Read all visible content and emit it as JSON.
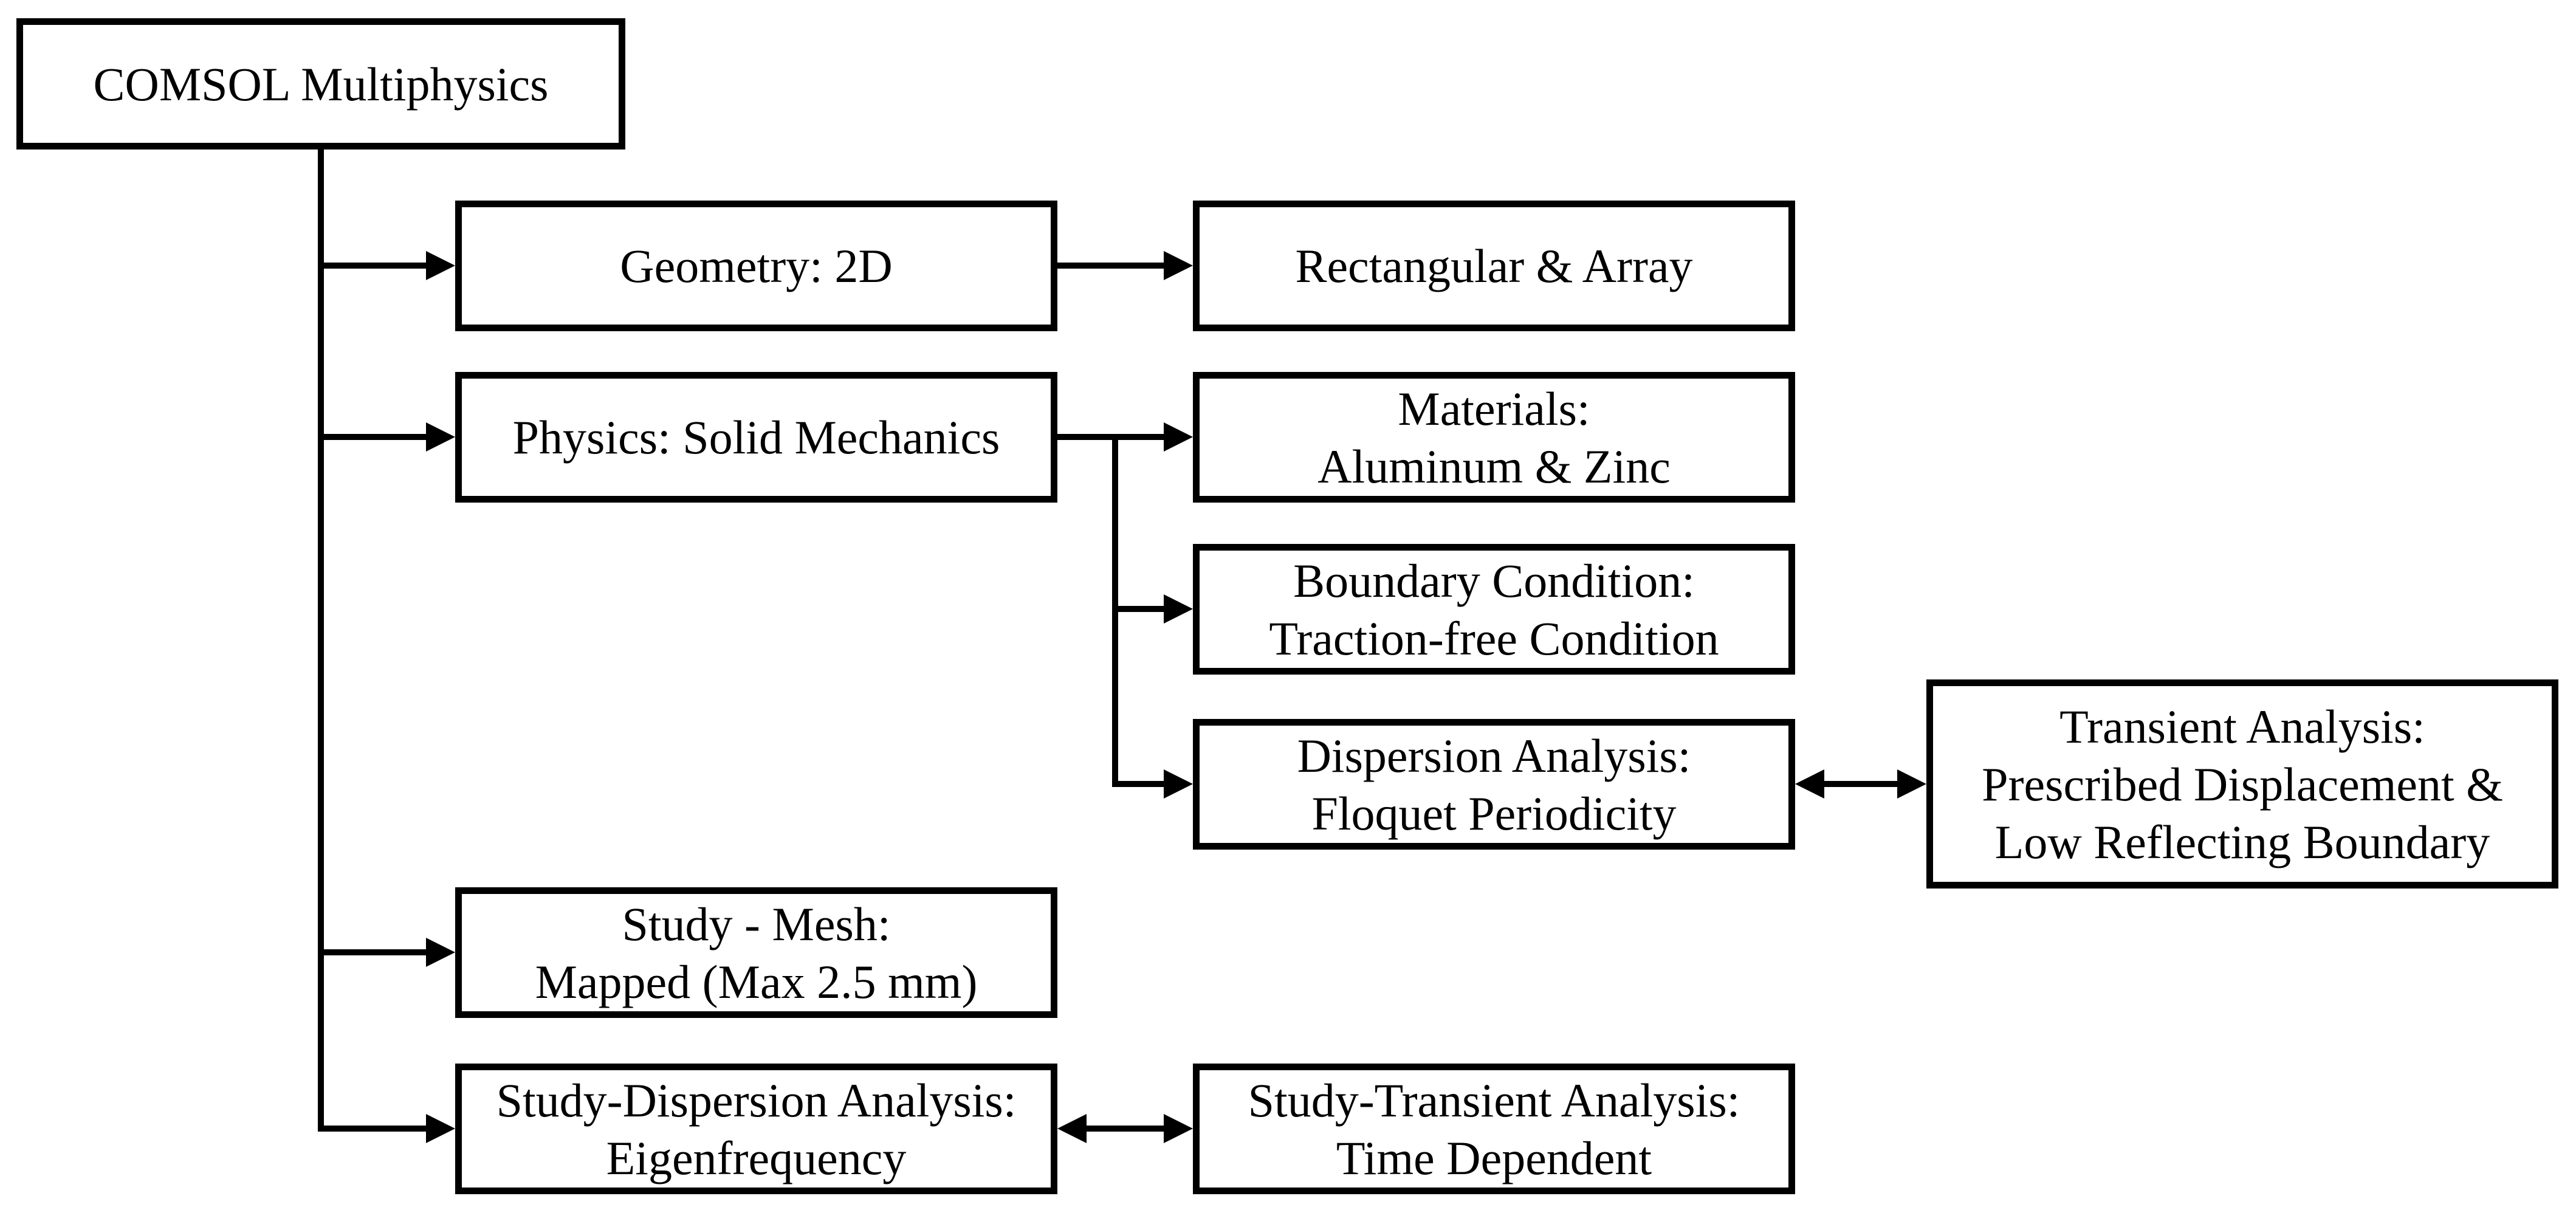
{
  "diagram": {
    "title": "COMSOL Multiphysics simulation workflow flowchart",
    "colors": {
      "line": "#000000",
      "background": "#ffffff",
      "text": "#000000"
    },
    "nodes": {
      "comsol": {
        "lines": [
          "COMSOL Multiphysics"
        ]
      },
      "geometry": {
        "lines": [
          "Geometry: 2D"
        ]
      },
      "rectangular": {
        "lines": [
          "Rectangular & Array"
        ]
      },
      "physics": {
        "lines": [
          "Physics: Solid Mechanics"
        ]
      },
      "materials": {
        "lines": [
          "Materials:",
          "Aluminum & Zinc"
        ]
      },
      "boundary": {
        "lines": [
          "Boundary Condition:",
          "Traction-free Condition"
        ]
      },
      "dispersion": {
        "lines": [
          "Dispersion Analysis:",
          "Floquet Periodicity"
        ]
      },
      "transient": {
        "lines": [
          "Transient Analysis:",
          "Prescribed Displacement &",
          "Low Reflecting Boundary"
        ]
      },
      "study_mesh": {
        "lines": [
          "Study - Mesh:",
          "Mapped (Max 2.5 mm)"
        ]
      },
      "study_dispersion": {
        "lines": [
          "Study-Dispersion Analysis:",
          "Eigenfrequency"
        ]
      },
      "study_transient": {
        "lines": [
          "Study-Transient Analysis:",
          "Time Dependent"
        ]
      }
    },
    "edges": [
      {
        "from": "comsol",
        "to": "geometry",
        "type": "arrow"
      },
      {
        "from": "comsol",
        "to": "physics",
        "type": "arrow"
      },
      {
        "from": "comsol",
        "to": "study_mesh",
        "type": "arrow"
      },
      {
        "from": "comsol",
        "to": "study_dispersion",
        "type": "arrow"
      },
      {
        "from": "geometry",
        "to": "rectangular",
        "type": "arrow"
      },
      {
        "from": "physics",
        "to": "materials",
        "type": "arrow"
      },
      {
        "from": "physics",
        "to": "boundary",
        "type": "arrow"
      },
      {
        "from": "physics",
        "to": "dispersion",
        "type": "arrow"
      },
      {
        "from": "dispersion",
        "to": "transient",
        "type": "double-arrow"
      },
      {
        "from": "study_dispersion",
        "to": "study_transient",
        "type": "double-arrow"
      }
    ]
  }
}
